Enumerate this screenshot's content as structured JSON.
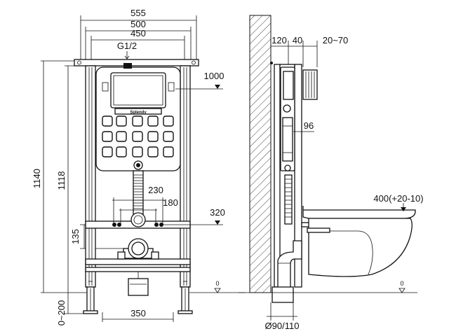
{
  "front_view": {
    "dims": {
      "width_outer": "555",
      "width_mid": "500",
      "width_inner": "450",
      "inlet": "G1/2",
      "height_total": "1140",
      "height_frame": "1118",
      "bolt_height": "135",
      "floor_adjust": "0~200",
      "foot_width": "350",
      "hole_spacing_outer": "230",
      "hole_spacing_inner": "180",
      "level_1000": "1000",
      "level_320": "320",
      "level_0": "0"
    },
    "brand": "Splendy"
  },
  "side_view": {
    "dims": {
      "depth_120": "120",
      "depth_40": "40",
      "depth_wall": "20~70",
      "depth_96": "96",
      "pipe_diameter": "Ø90/110",
      "bowl_height": "400(+20-10)",
      "level_0": "0"
    }
  }
}
